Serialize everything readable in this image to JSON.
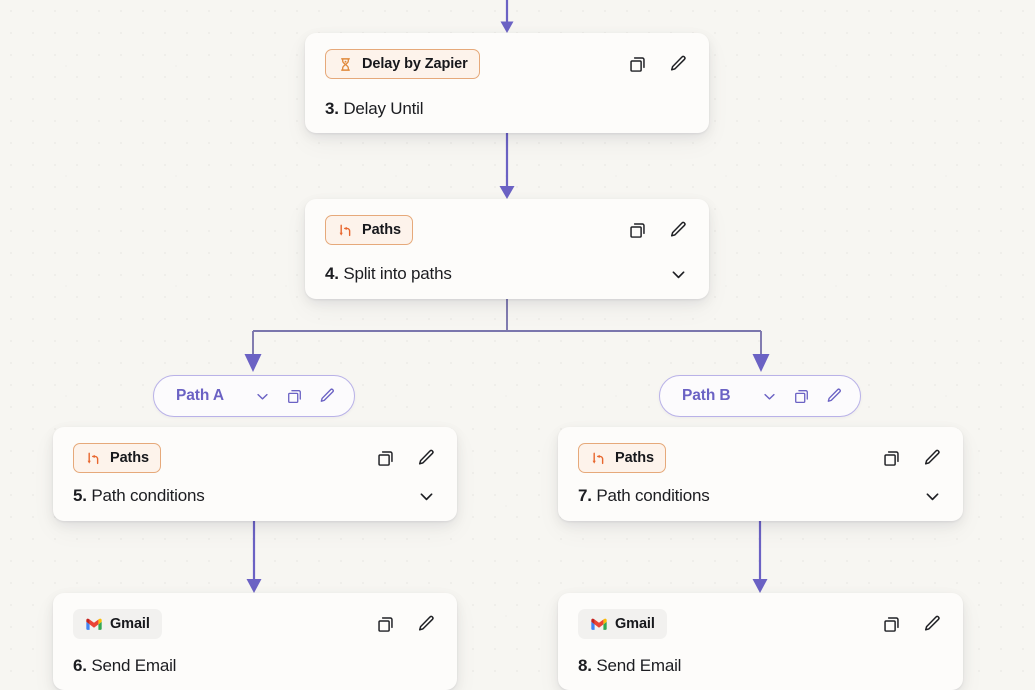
{
  "canvas": {
    "background_color": "#f7f6f2",
    "connector_color": "#6b62c4",
    "branch_line_color": "#7b76ad"
  },
  "nodes": [
    {
      "id": "delay-node",
      "badge": {
        "label": "Delay by Zapier",
        "icon": "hourglass-icon",
        "style": "zapier",
        "accent": "#e08a3c"
      },
      "step_number": "3.",
      "title": "Delay Until",
      "has_chevron": false,
      "actions": [
        {
          "name": "duplicate-icon",
          "label": "Duplicate"
        },
        {
          "name": "edit-pencil-icon",
          "label": "Edit"
        }
      ]
    },
    {
      "id": "paths-split-node",
      "badge": {
        "label": "Paths",
        "icon": "paths-branch-icon",
        "style": "zapier",
        "accent": "#e8672e"
      },
      "step_number": "4.",
      "title": "Split into paths",
      "has_chevron": true,
      "actions": [
        {
          "name": "duplicate-icon",
          "label": "Duplicate"
        },
        {
          "name": "edit-pencil-icon",
          "label": "Edit"
        }
      ]
    },
    {
      "id": "path-a-conditions-node",
      "badge": {
        "label": "Paths",
        "icon": "paths-branch-icon",
        "style": "zapier",
        "accent": "#e8672e"
      },
      "step_number": "5.",
      "title": "Path conditions",
      "has_chevron": true,
      "actions": [
        {
          "name": "duplicate-icon",
          "label": "Duplicate"
        },
        {
          "name": "edit-pencil-icon",
          "label": "Edit"
        }
      ]
    },
    {
      "id": "path-a-gmail-node",
      "badge": {
        "label": "Gmail",
        "icon": "gmail-icon",
        "style": "gmail",
        "accent": "#ea4335"
      },
      "step_number": "6.",
      "title": "Send Email",
      "has_chevron": false,
      "actions": [
        {
          "name": "duplicate-icon",
          "label": "Duplicate"
        },
        {
          "name": "edit-pencil-icon",
          "label": "Edit"
        }
      ]
    },
    {
      "id": "path-b-conditions-node",
      "badge": {
        "label": "Paths",
        "icon": "paths-branch-icon",
        "style": "zapier",
        "accent": "#e8672e"
      },
      "step_number": "7.",
      "title": "Path conditions",
      "has_chevron": true,
      "actions": [
        {
          "name": "duplicate-icon",
          "label": "Duplicate"
        },
        {
          "name": "edit-pencil-icon",
          "label": "Edit"
        }
      ]
    },
    {
      "id": "path-b-gmail-node",
      "badge": {
        "label": "Gmail",
        "icon": "gmail-icon",
        "style": "gmail",
        "accent": "#ea4335"
      },
      "step_number": "8.",
      "title": "Send Email",
      "has_chevron": false,
      "actions": [
        {
          "name": "duplicate-icon",
          "label": "Duplicate"
        },
        {
          "name": "edit-pencil-icon",
          "label": "Edit"
        }
      ]
    }
  ],
  "path_pills": [
    {
      "id": "path-a-pill",
      "label": "Path A",
      "color": "#6b62c4",
      "actions": [
        {
          "name": "chevron-down-icon"
        },
        {
          "name": "duplicate-icon"
        },
        {
          "name": "edit-pencil-icon"
        }
      ]
    },
    {
      "id": "path-b-pill",
      "label": "Path B",
      "color": "#6b62c4",
      "actions": [
        {
          "name": "chevron-down-icon"
        },
        {
          "name": "duplicate-icon"
        },
        {
          "name": "edit-pencil-icon"
        }
      ]
    }
  ]
}
